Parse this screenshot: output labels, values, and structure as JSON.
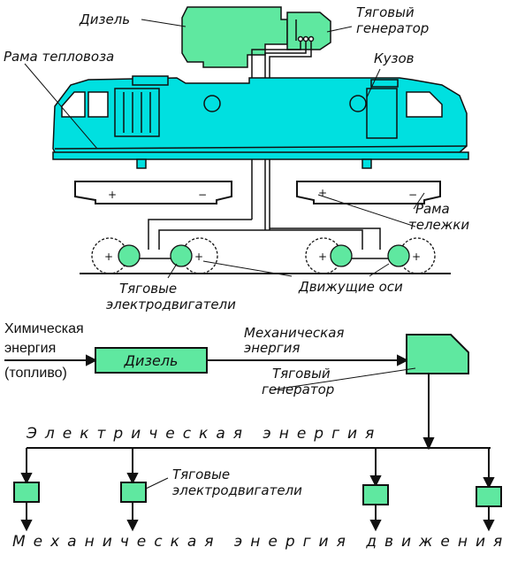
{
  "labels": {
    "diesel_top": "Дизель",
    "gen_top_line1": "Тяговый",
    "gen_top_line2": "генератор",
    "frame_loco": "Рама тепловоза",
    "body": "Кузов",
    "bogie_frame_line1": "Рама",
    "bogie_frame_line2": "тележки",
    "motors_top_line1": "Тяговые",
    "motors_top_line2": "электродвигатели",
    "axles": "Движущие оси",
    "chem_line1": "Химическая",
    "chem_line2": "энергия",
    "chem_line3": "(топливо)",
    "diesel_box": "Дизель",
    "mech_line1": "Механическая",
    "mech_line2": "энергия",
    "gen_mid_line1": "Тяговый",
    "gen_mid_line2": "генератор",
    "electric_energy": "Электрическая энергия",
    "motors_mid_line1": "Тяговые",
    "motors_mid_line2": "электродвигатели",
    "bottom_text": "Механическая энергия движения"
  },
  "colors": {
    "locomotive": "#00e0e0",
    "unit_green": "#5fe8a0",
    "outline": "#111111"
  }
}
